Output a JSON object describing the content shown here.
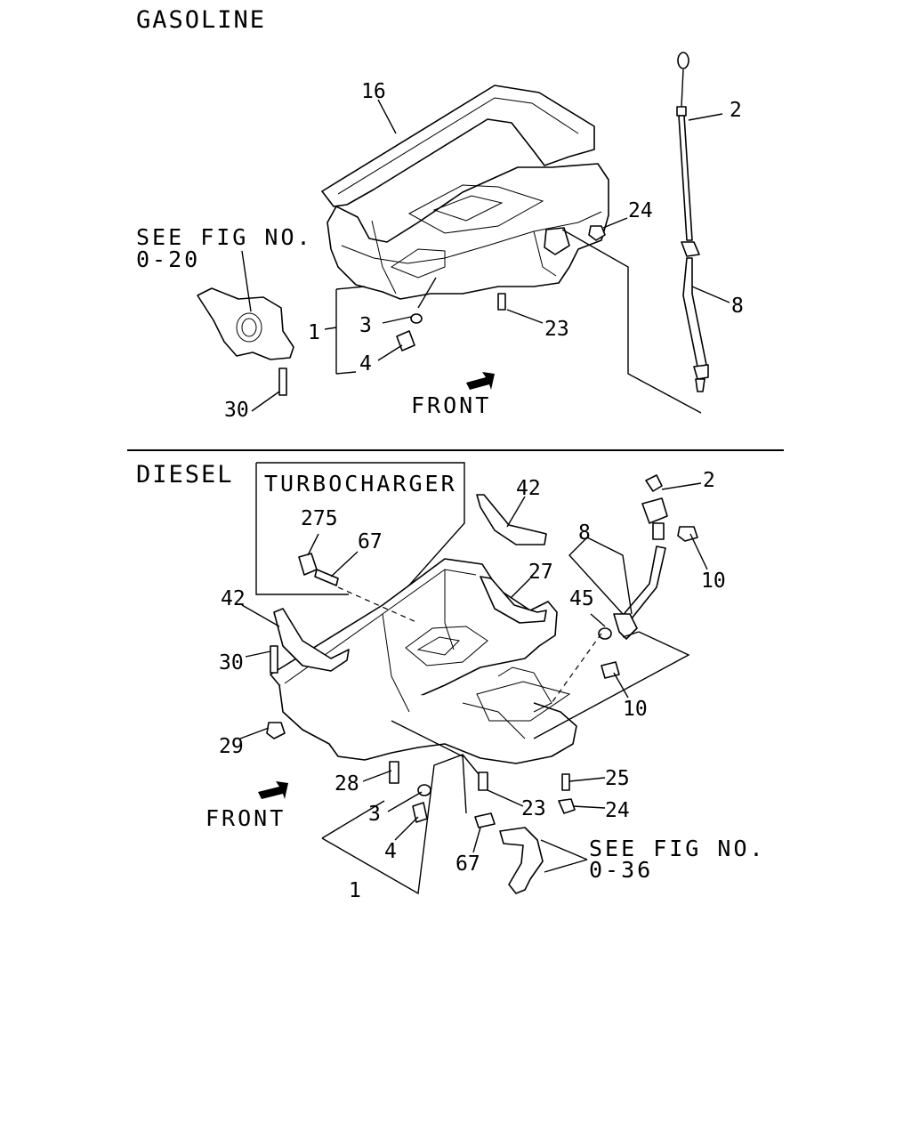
{
  "sections": {
    "gasoline": "GASOLINE",
    "diesel": "DIESEL",
    "turbocharger": "TURBOCHARGER"
  },
  "gasoline_refs": {
    "see_fig_line1": "SEE FIG NO.",
    "see_fig_line2": "0-20",
    "front": "FRONT"
  },
  "diesel_refs": {
    "see_fig_line1": "SEE FIG NO.",
    "see_fig_line2": "0-36",
    "front": "FRONT"
  },
  "gasoline_callouts": [
    "16",
    "2",
    "24",
    "8",
    "3",
    "1",
    "23",
    "4",
    "30"
  ],
  "diesel_callouts": [
    "2",
    "42",
    "8",
    "275",
    "67",
    "10",
    "42",
    "27",
    "45",
    "30",
    "10",
    "29",
    "25",
    "28",
    "23",
    "24",
    "3",
    "4",
    "67",
    "1"
  ]
}
